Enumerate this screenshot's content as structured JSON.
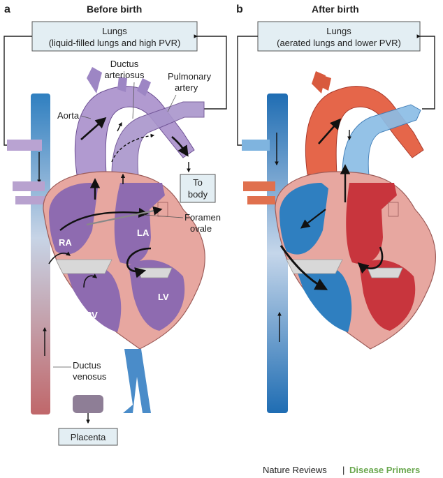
{
  "panels": {
    "a": {
      "letter": "a",
      "title": "Before birth"
    },
    "b": {
      "letter": "b",
      "title": "After birth"
    }
  },
  "boxes": {
    "lungs_before": [
      "Lungs",
      "(liquid-filled lungs and high PVR)"
    ],
    "lungs_after": [
      "Lungs",
      "(aerated lungs and lower PVR)"
    ],
    "to_body": [
      "To",
      "body"
    ],
    "placenta": "Placenta"
  },
  "labels": {
    "ductus_arteriosus": [
      "Ductus",
      "arteriosus"
    ],
    "pulmonary_artery": [
      "Pulmonary",
      "artery"
    ],
    "aorta": "Aorta",
    "foramen_ovale": [
      "Foramen",
      "ovale"
    ],
    "ductus_venosus": [
      "Ductus",
      "venosus"
    ],
    "ra": "RA",
    "la": "LA",
    "rv": "RV",
    "lv": "LV"
  },
  "credit": {
    "journal": "Nature Reviews",
    "separator": "|",
    "series": "Disease Primers"
  },
  "colors": {
    "deoxygenated": "#2f7fc0",
    "oxygenated": "#c8353d",
    "mixed_fetal": "#8e6bb0",
    "box_fill": "#e3eef3",
    "myocardium": "#e7a7a0",
    "credit_accent": "#6aa84f"
  }
}
